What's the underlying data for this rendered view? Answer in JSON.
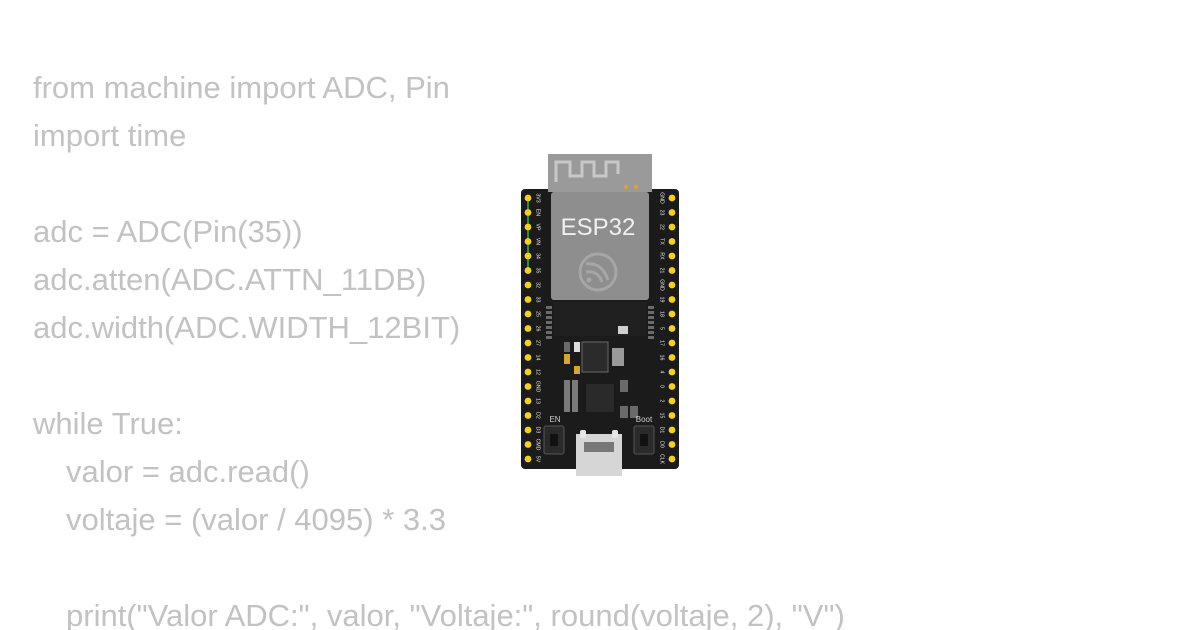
{
  "code_lines": [
    {
      "text": "from machine import ADC, Pin",
      "indent": false
    },
    {
      "text": "import time",
      "indent": false
    },
    {
      "text": "",
      "indent": false
    },
    {
      "text": "adc = ADC(Pin(35))",
      "indent": false
    },
    {
      "text": "adc.atten(ADC.ATTN_11DB)",
      "indent": false
    },
    {
      "text": "adc.width(ADC.WIDTH_12BIT)",
      "indent": false
    },
    {
      "text": "",
      "indent": false
    },
    {
      "text": "while True:",
      "indent": false
    },
    {
      "text": "valor = adc.read()",
      "indent": true
    },
    {
      "text": "voltaje = (valor / 4095) * 3.3",
      "indent": true
    },
    {
      "text": "",
      "indent": false
    },
    {
      "text": "print(\"Valor ADC:\", valor, \"Voltaje:\", round(voltaje, 2), \"V\")",
      "indent": true
    }
  ],
  "board": {
    "module_label": "ESP32",
    "en_label": "EN",
    "boot_label": "Boot",
    "left_pins": [
      "3V3",
      "EN",
      "VP",
      "VN",
      "34",
      "35",
      "32",
      "33",
      "25",
      "26",
      "27",
      "14",
      "12",
      "GND",
      "13",
      "D2",
      "D3",
      "CMD",
      "5V"
    ],
    "right_pins": [
      "GND",
      "23",
      "22",
      "TX",
      "RX",
      "21",
      "GND",
      "19",
      "18",
      "5",
      "17",
      "16",
      "4",
      "0",
      "2",
      "15",
      "D1",
      "D0",
      "CLK"
    ],
    "colors": {
      "pcb": "#1b1b1b",
      "module": "#8e8e8e",
      "pin": "#f2d02a",
      "wire": "#3fbf3f",
      "text": "#e8e8e8"
    }
  }
}
